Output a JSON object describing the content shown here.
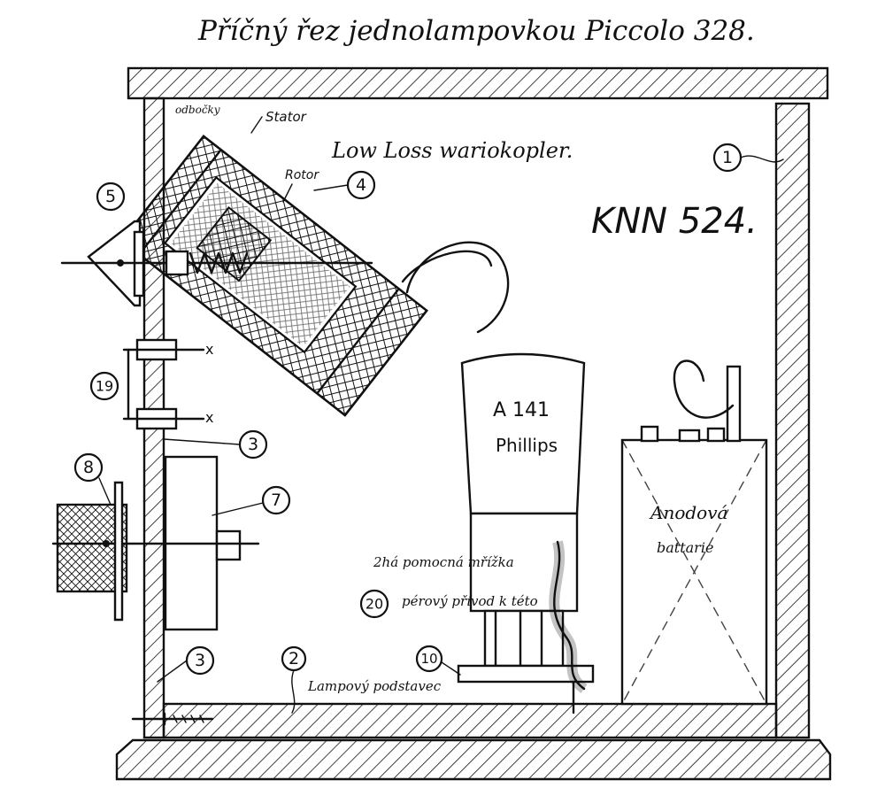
{
  "title": "Příčný řez jednolampovkou Piccolo 328.",
  "subtitle": "Low Loss wariokopler.",
  "model_code": "KNN 524.",
  "labels": {
    "odbocky": "odbočky",
    "stator": "Stator",
    "rotor": "Rotor",
    "tube_line1": "A 141",
    "tube_line2": "Phillips",
    "battery_line1": "Anodová",
    "battery_line2": "battarie",
    "aux_grid": "2há pomocná mřížka",
    "spring_lead": "pérový přívod k této",
    "tube_socket": "Lampový podstavec",
    "terminal_x": "x"
  },
  "callouts": [
    "1",
    "2",
    "3",
    "3",
    "4",
    "5",
    "7",
    "8",
    "10",
    "19",
    "20"
  ]
}
